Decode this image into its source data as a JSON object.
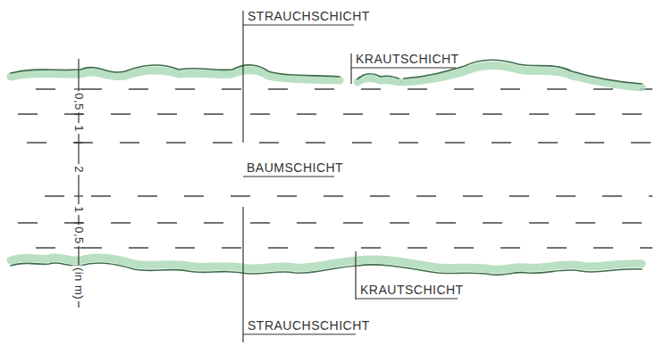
{
  "diagram": {
    "labels": [
      "STRAUCHSCHICHT",
      "KRAUTSCHICHT",
      "0,5",
      "1",
      "2",
      "BAUMSCHICHT",
      "1",
      "0,5",
      "(in m)",
      "KRAUTSCHICHT",
      "STRAUCHSCHICHT"
    ]
  }
}
